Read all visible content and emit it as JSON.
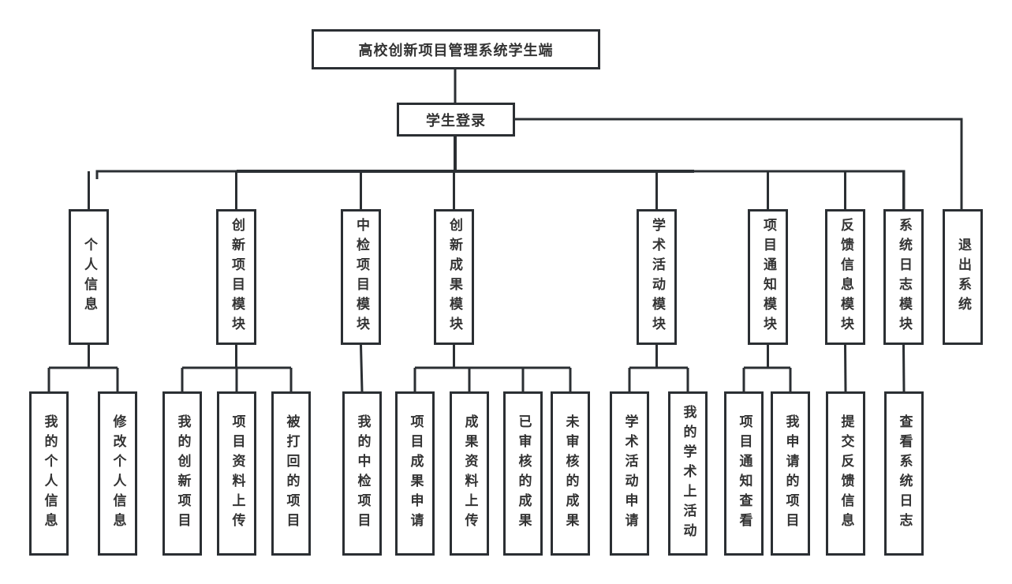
{
  "root": {
    "label": "高校创新项目管理系统学生端"
  },
  "login": {
    "label": "学生登录"
  },
  "modules": [
    {
      "id": "personal-info",
      "label": "个人信息",
      "children": [
        "我的个人信息",
        "修改个人信息"
      ]
    },
    {
      "id": "innovation-project",
      "label": "创新项目模块",
      "children": [
        "我的创新项目",
        "项目资料上传",
        "被打回的项目"
      ]
    },
    {
      "id": "midterm-check",
      "label": "中检项目模块",
      "children": [
        "我的中检项目"
      ]
    },
    {
      "id": "innovation-results",
      "label": "创新成果模块",
      "children": [
        "项目成果申请",
        "成果资料上传",
        "已审核的成果",
        "未审核的成果"
      ]
    },
    {
      "id": "academic-activity",
      "label": "学术活动模块",
      "children": [
        "学术活动申请",
        "我的学术上活动"
      ]
    },
    {
      "id": "project-notice",
      "label": "项目通知模块",
      "children": [
        "项目通知查看",
        "我申请的项目"
      ]
    },
    {
      "id": "feedback",
      "label": "反馈信息模块",
      "children": [
        "提交反馈信息"
      ]
    },
    {
      "id": "system-log",
      "label": "系统日志模块",
      "children": [
        "查看系统日志"
      ]
    }
  ],
  "logout": {
    "label": "退出系统"
  },
  "colors": {
    "line": "#2b2f33",
    "text": "#333333",
    "background": "#ffffff"
  }
}
